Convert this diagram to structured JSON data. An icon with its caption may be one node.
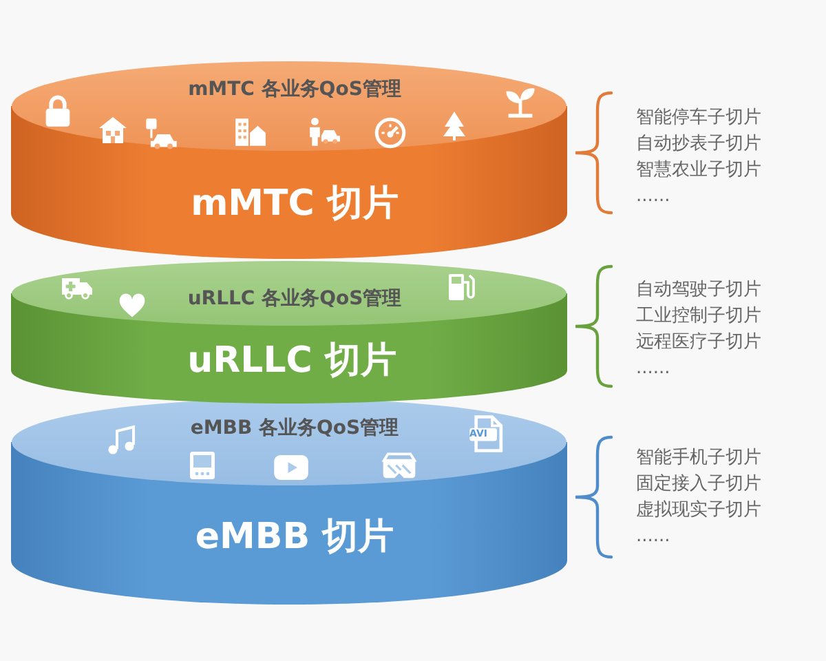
{
  "diagram": {
    "nodes": [
      {
        "text": [
          "mMTC 各业务QoS管理",
          "mMTC 切片"
        ],
        "beside": [
          "智能停车子切片",
          "自动抄表子切片",
          "智慧农业子切片",
          "......"
        ]
      },
      {
        "text": [
          "uRLLC 各业务QoS管理",
          "uRLLC 切片"
        ],
        "beside": [
          "自动驾驶子切片",
          "工业控制子切片",
          "远程医疗子切片",
          "......"
        ]
      },
      {
        "text": [
          "eMBB 各业务QoS管理",
          "eMBB 切片"
        ],
        "beside": [
          "智能手机子切片",
          "固定接入子切片",
          "虚拟现实子切片",
          "......"
        ]
      }
    ],
    "labels": [
      "AVI"
    ]
  }
}
